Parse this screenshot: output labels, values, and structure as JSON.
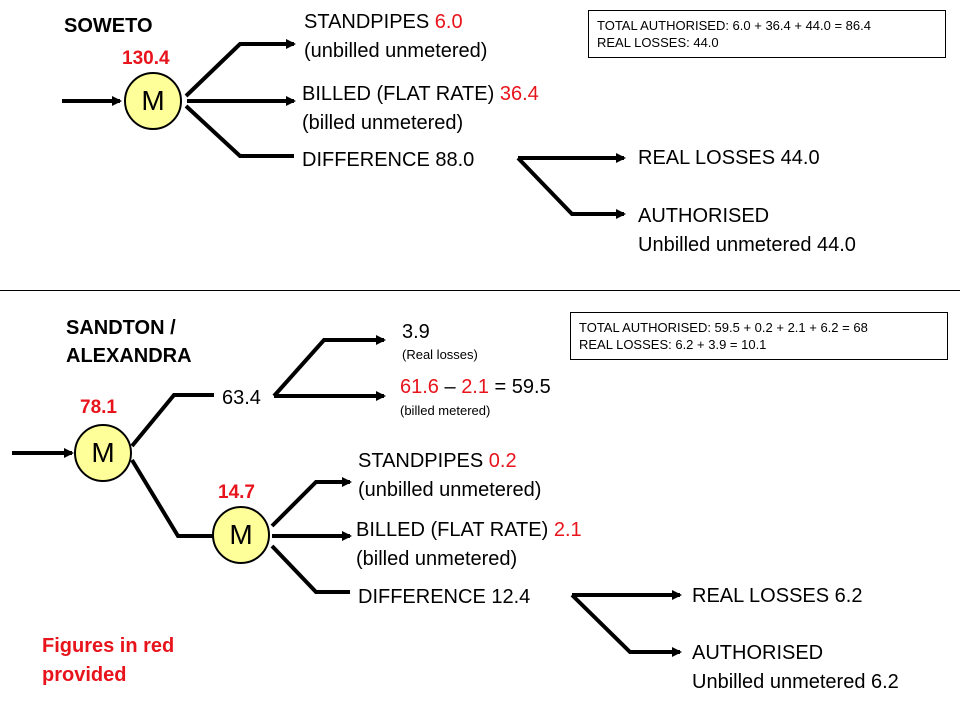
{
  "soweto": {
    "title": "SOWETO",
    "input": "130.4",
    "meter": "M",
    "standpipes": "STANDPIPES ",
    "standpipes_value": "6.0",
    "standpipes_sub": "(unbilled unmetered)",
    "billed": "BILLED (FLAT RATE) ",
    "billed_value": "36.4",
    "billed_sub": "(billed unmetered)",
    "difference": "DIFFERENCE 88.0",
    "real_losses": "REAL LOSSES 44.0",
    "authorised": "AUTHORISED",
    "authorised_sub": "Unbilled unmetered 44.0",
    "summary_total": "TOTAL AUTHORISED: 6.0 + 36.4 + 44.0 = 86.4",
    "summary_losses": "REAL LOSSES: 44.0"
  },
  "sandton": {
    "title_line1": "SANDTON /",
    "title_line2": "ALEXANDRA",
    "input": "78.1",
    "meter": "M",
    "branch_value": "63.4",
    "real_losses_value": "3.9",
    "real_losses_label": "(Real losses)",
    "metered_a": "61.6",
    "metered_sep": " – ",
    "metered_b": "2.1",
    "metered_result": " = 59.5",
    "metered_label": "(billed metered)",
    "sub_input": "14.7",
    "sub_meter": "M",
    "standpipes": "STANDPIPES ",
    "standpipes_value": "0.2",
    "standpipes_sub": "(unbilled unmetered)",
    "billed": "BILLED (FLAT RATE) ",
    "billed_value": "2.1",
    "billed_sub": "(billed unmetered)",
    "difference": "DIFFERENCE 12.4",
    "real_losses": "REAL LOSSES 6.2",
    "authorised": "AUTHORISED",
    "authorised_sub": "Unbilled unmetered 6.2",
    "summary_total": "TOTAL AUTHORISED: 59.5 + 0.2 + 2.1 + 6.2 = 68",
    "summary_losses": "REAL LOSSES: 6.2 + 3.9 = 10.1"
  },
  "footnote_line1": "Figures in red",
  "footnote_line2": "provided",
  "colors": {
    "red": "#e8141c",
    "meter_fill": "#ffff99",
    "line": "#000000"
  }
}
